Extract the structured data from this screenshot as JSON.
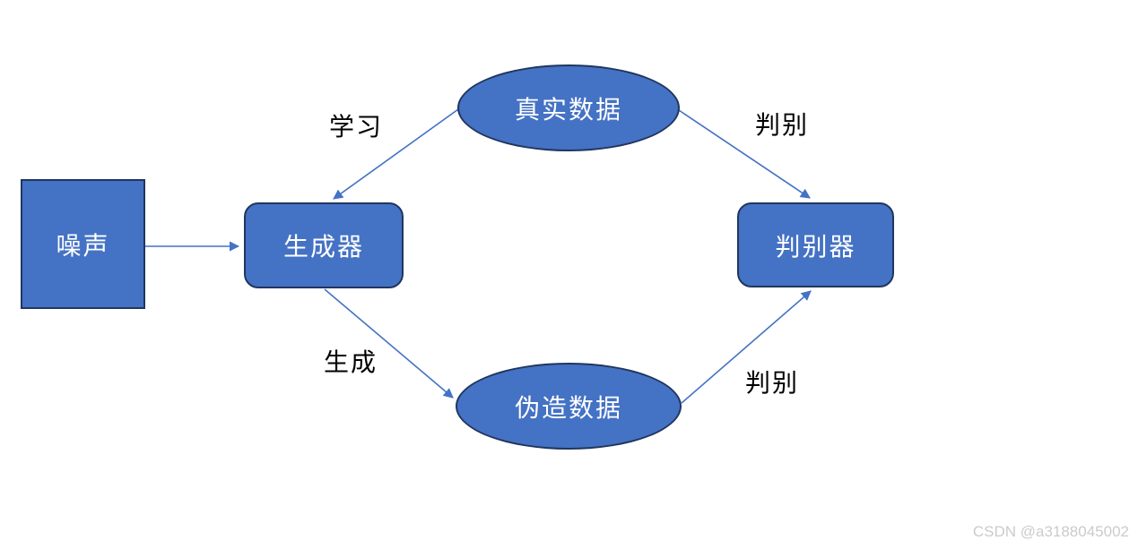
{
  "diagram": {
    "type": "flow-diagram",
    "topic": "GAN (generative adversarial network) structure",
    "nodes": {
      "noise": {
        "label": "噪声",
        "shape": "rectangle"
      },
      "generator": {
        "label": "生成器",
        "shape": "rounded-rectangle"
      },
      "real_data": {
        "label": "真实数据",
        "shape": "ellipse"
      },
      "fake_data": {
        "label": "伪造数据",
        "shape": "ellipse"
      },
      "discriminator": {
        "label": "判别器",
        "shape": "rounded-rectangle"
      }
    },
    "edges": [
      {
        "from": "noise",
        "to": "generator",
        "label": ""
      },
      {
        "from": "real_data",
        "to": "generator",
        "label": "学习"
      },
      {
        "from": "generator",
        "to": "fake_data",
        "label": "生成"
      },
      {
        "from": "real_data",
        "to": "discriminator",
        "label": "判别"
      },
      {
        "from": "fake_data",
        "to": "discriminator",
        "label": "判别"
      }
    ],
    "colors": {
      "node_fill": "#4472C4",
      "node_border": "#20365E",
      "node_text": "#FFFFFF",
      "connector": "#4472C4",
      "edge_label_text": "#000000",
      "watermark_text": "#CBCBCB",
      "background": "#FFFFFF"
    }
  },
  "watermark": {
    "text": "CSDN @a3188045002"
  }
}
